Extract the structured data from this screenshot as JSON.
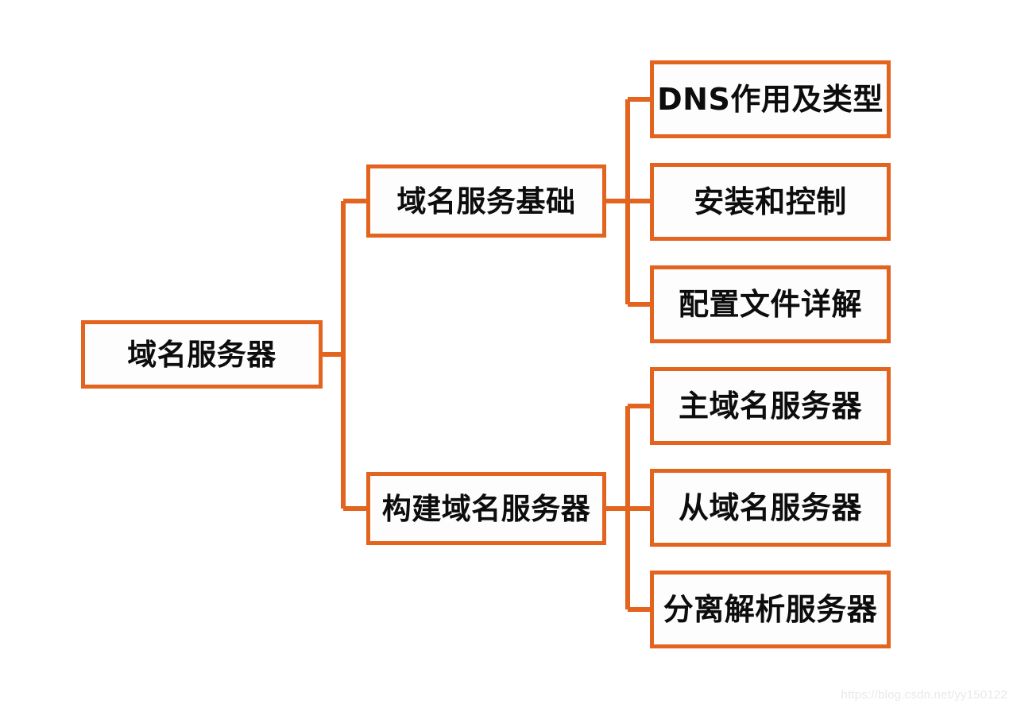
{
  "diagram": {
    "type": "mind-map",
    "orientation": "left-to-right",
    "accent_color": "#e2641e",
    "node_fill": "#fdfdfd",
    "text_color": "#0d0d0d",
    "root": {
      "id": "root",
      "label": "域名服务器"
    },
    "branches": [
      {
        "id": "branch-fundamentals",
        "label": "域名服务基础",
        "children": [
          {
            "id": "leaf-dns-role-types",
            "label": "DNS作用及类型"
          },
          {
            "id": "leaf-install-control",
            "label": "安装和控制"
          },
          {
            "id": "leaf-config-file",
            "label": "配置文件详解"
          }
        ]
      },
      {
        "id": "branch-build",
        "label": "构建域名服务器",
        "children": [
          {
            "id": "leaf-master-server",
            "label": "主域名服务器"
          },
          {
            "id": "leaf-slave-server",
            "label": "从域名服务器"
          },
          {
            "id": "leaf-split-resolution",
            "label": "分离解析服务器"
          }
        ]
      }
    ],
    "leaves_flat": [
      "DNS作用及类型",
      "安装和控制",
      "配置文件详解",
      "主域名服务器",
      "从域名服务器",
      "分离解析服务器"
    ]
  },
  "watermark": {
    "text": "https://blog.csdn.net/yy150122"
  }
}
